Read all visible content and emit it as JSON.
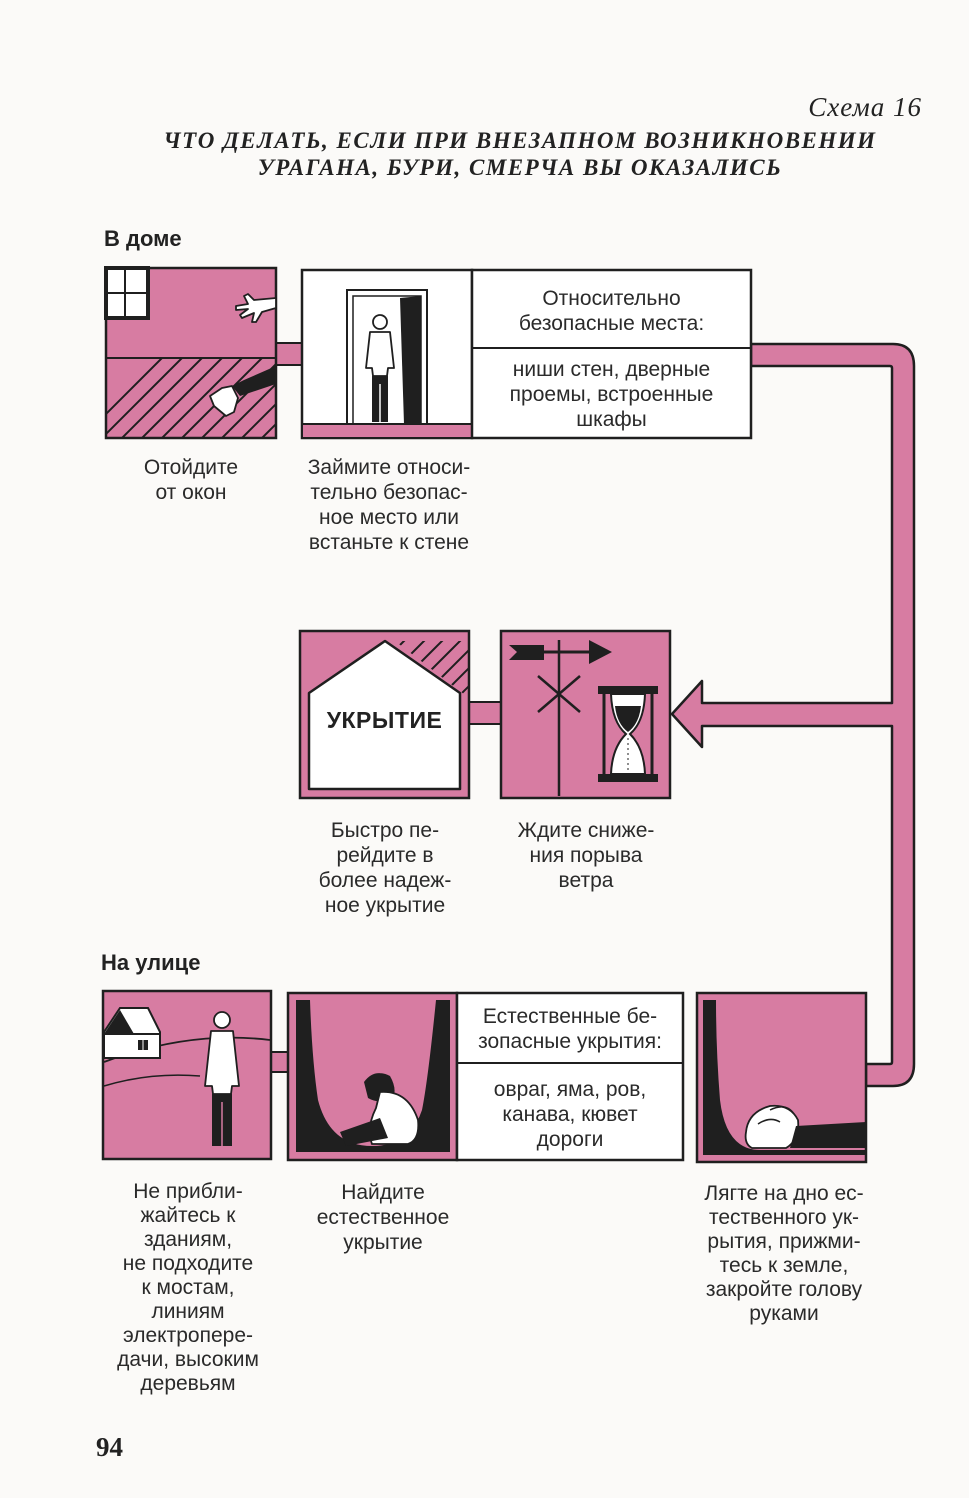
{
  "header": {
    "scheme_label": "Схема 16",
    "title_line1": "ЧТО ДЕЛАТЬ, ЕСЛИ ПРИ ВНЕЗАПНОМ ВОЗНИКНОВЕНИИ",
    "title_line2": "УРАГАНА, БУРИ, СМЕРЧА ВЫ ОКАЗАЛИСЬ"
  },
  "sections": {
    "indoors": "В доме",
    "outdoors": "На улице"
  },
  "indoor_steps": [
    {
      "caption": [
        "Отойдите",
        "от окон"
      ]
    },
    {
      "caption": [
        "Займите относи-",
        "тельно безопас-",
        "ное место или",
        "встаньте к стене"
      ]
    }
  ],
  "safe_places_box": {
    "heading": [
      "Относительно",
      "безопасные места:"
    ],
    "body": [
      "ниши стен, дверные",
      "проемы, встроенные",
      "шкафы"
    ]
  },
  "middle_steps": {
    "shelter_label": "УКРЫТИЕ",
    "shelter_caption": [
      "Быстро пе-",
      "рейдите в",
      "более надеж-",
      "ное укрытие"
    ],
    "wait_caption": [
      "Ждите сниже-",
      "ния порыва",
      "ветра"
    ]
  },
  "outdoor_steps": [
    {
      "caption": [
        "Не прибли-",
        "жайтесь к",
        "зданиям,",
        "не подходите",
        "к мостам,",
        "линиям",
        "электропере-",
        "дачи, высоким",
        "деревьям"
      ]
    },
    {
      "caption": [
        "Найдите",
        "естественное",
        "укрытие"
      ]
    },
    {
      "caption": [
        "Лягте на дно ес-",
        "тественного ук-",
        "рытия, прижми-",
        "тесь к земле,",
        "закройте голову",
        "руками"
      ]
    }
  ],
  "natural_shelters_box": {
    "heading": [
      "Естественные бе-",
      "зопасные укрытия:"
    ],
    "body": [
      "овраг, яма, ров,",
      "канава, кювет",
      "дороги"
    ]
  },
  "page_number": "94",
  "colors": {
    "accent_pink": "#d77ca2",
    "ink": "#1f1f1f"
  },
  "icons": [
    "window-icon",
    "hand-icon",
    "foot-icon",
    "doorway-icon",
    "house-shelter-icon",
    "weather-vane-icon",
    "hourglass-icon",
    "ravine-icon",
    "lying-person-icon",
    "flow-arrow-icon"
  ]
}
